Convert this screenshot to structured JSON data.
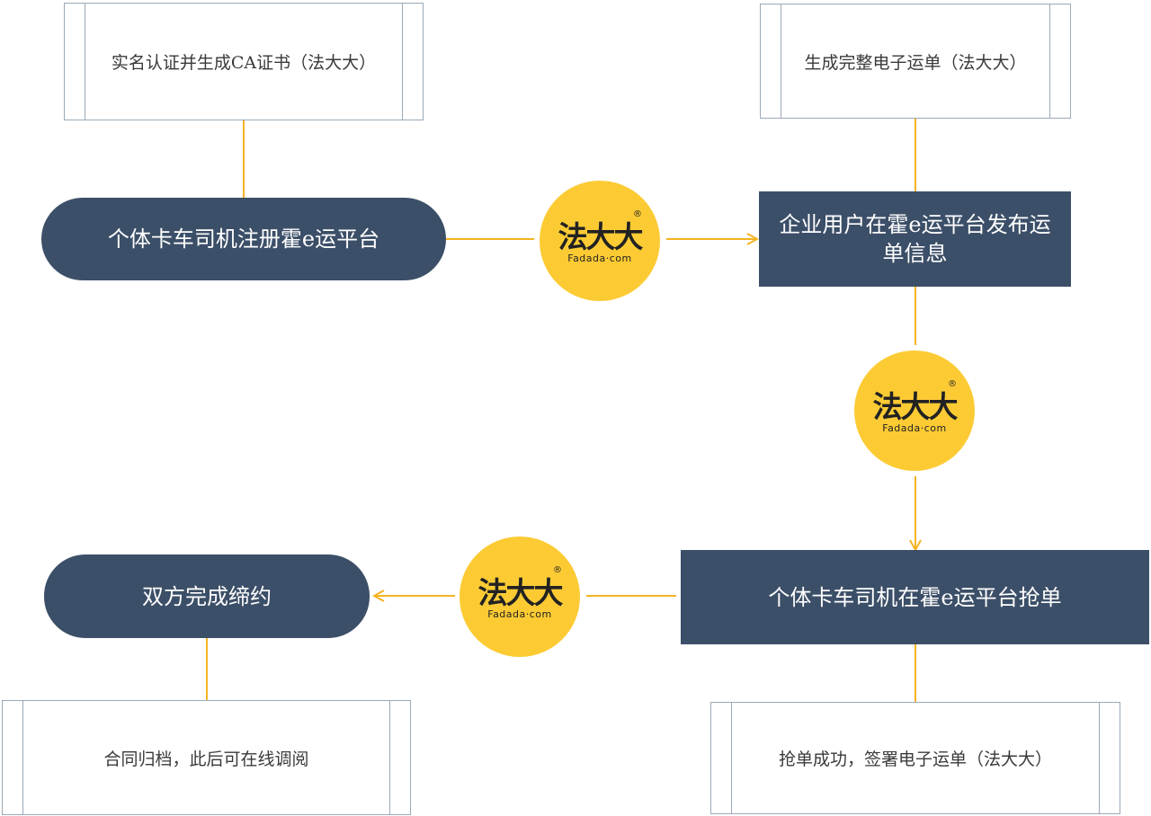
{
  "nodes": {
    "ca_cert": "实名认证并生成CA证书（法大大）",
    "full_waybill": "生成完整电子运单（法大大）",
    "driver_register": "个体卡车司机注册霍e运平台",
    "enterprise_publish": "企业用户在霍e运平台发布运单信息",
    "driver_grab": "个体卡车司机在霍e运平台抢单",
    "both_sign": "双方完成缔约",
    "archive": "合同归档，此后可在线调阅",
    "grab_success": "抢单成功，签署电子运单（法大大）"
  },
  "logo": {
    "mark": "法大大",
    "sub": "Fadada·com",
    "registered": "®"
  },
  "colors": {
    "dark_node": "#3c4f68",
    "arrow": "#f5b323",
    "logo_bg": "#fccb34",
    "box_border": "#9aa9b9"
  }
}
